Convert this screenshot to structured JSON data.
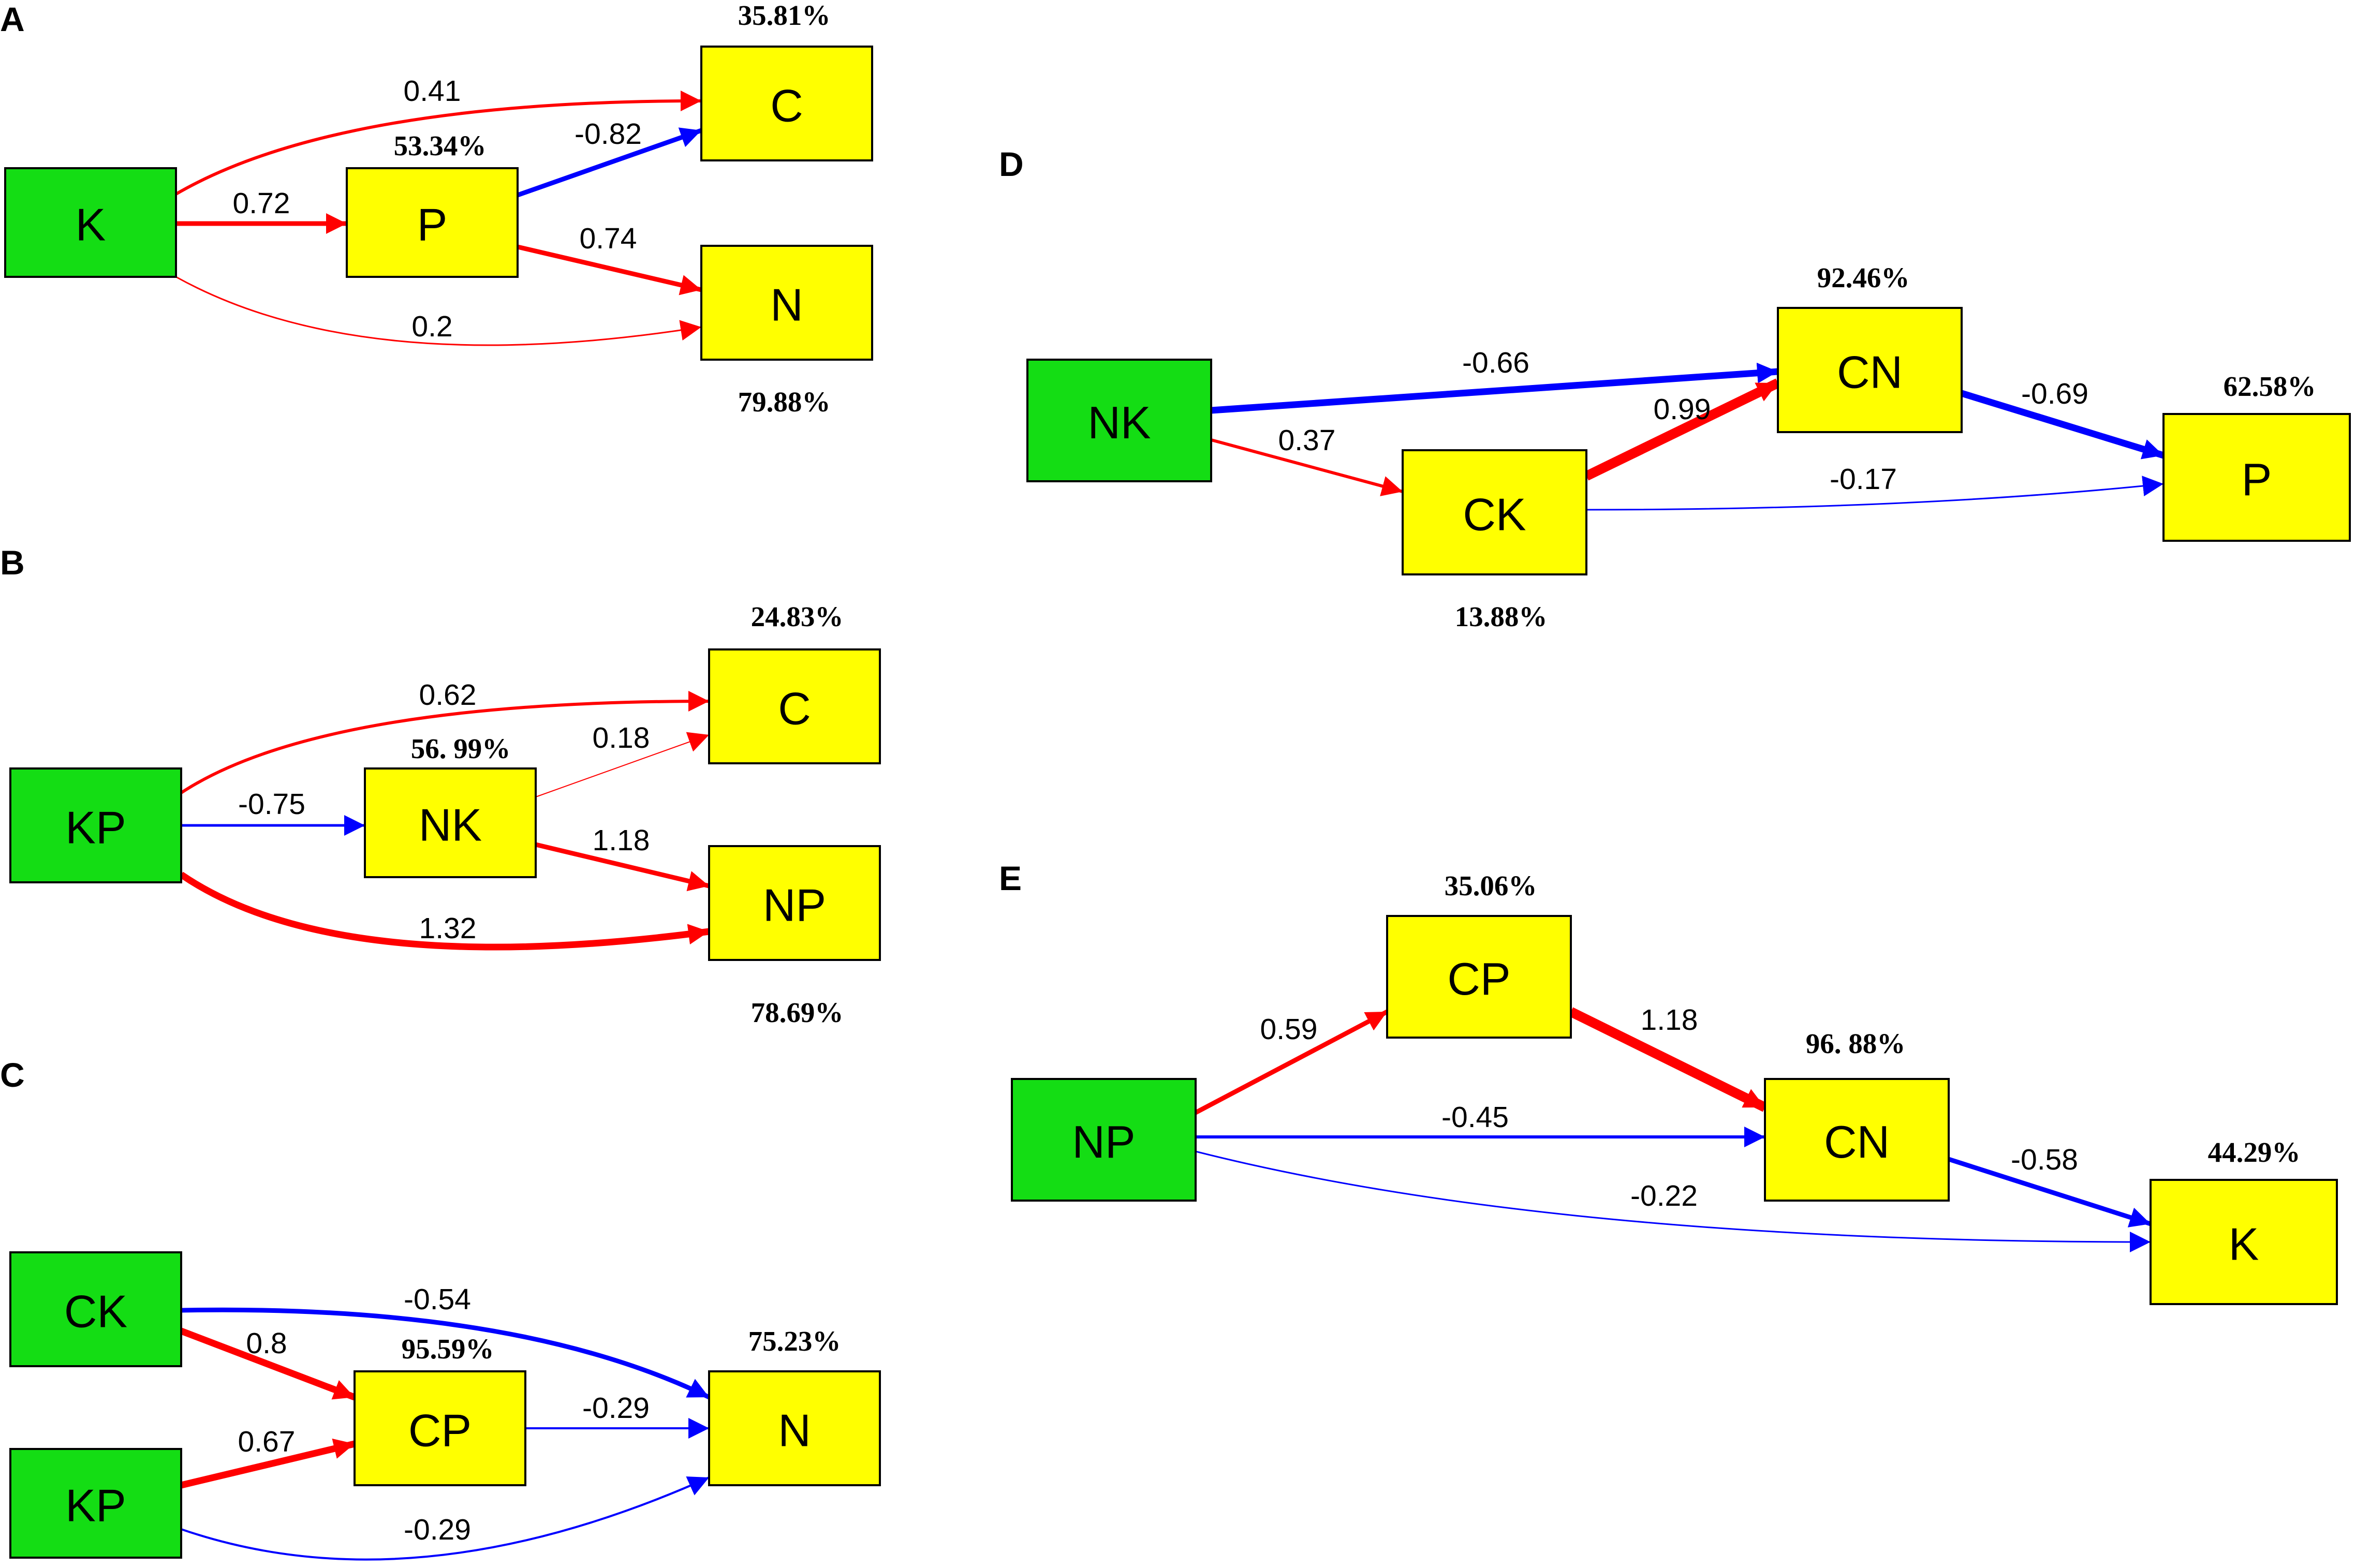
{
  "colors": {
    "exogenous": "#14dd14",
    "endogenous": "#ffff00",
    "positive": "#ff0000",
    "negative": "#0000ff"
  },
  "panels": [
    {
      "letter": "A",
      "nodes": [
        {
          "id": "A_K",
          "label": "K",
          "kind": "exogenous"
        },
        {
          "id": "A_P",
          "label": "P",
          "kind": "endogenous",
          "r2": "53.34%"
        },
        {
          "id": "A_C",
          "label": "C",
          "kind": "endogenous",
          "r2": "35.81%"
        },
        {
          "id": "A_N",
          "label": "N",
          "kind": "endogenous",
          "r2": "79.88%"
        }
      ],
      "edges": [
        {
          "from": "K",
          "to": "C",
          "coef": "0.41"
        },
        {
          "from": "K",
          "to": "P",
          "coef": "0.72"
        },
        {
          "from": "P",
          "to": "C",
          "coef": "-0.82"
        },
        {
          "from": "P",
          "to": "N",
          "coef": "0.74"
        },
        {
          "from": "K",
          "to": "N",
          "coef": "0.2"
        }
      ]
    },
    {
      "letter": "B",
      "nodes": [
        {
          "id": "B_KP",
          "label": "KP",
          "kind": "exogenous"
        },
        {
          "id": "B_NK",
          "label": "NK",
          "kind": "endogenous",
          "r2": "56. 99%"
        },
        {
          "id": "B_C",
          "label": "C",
          "kind": "endogenous",
          "r2": "24.83%"
        },
        {
          "id": "B_NP",
          "label": "NP",
          "kind": "endogenous",
          "r2": "78.69%"
        }
      ],
      "edges": [
        {
          "from": "KP",
          "to": "C",
          "coef": "0.62"
        },
        {
          "from": "KP",
          "to": "NK",
          "coef": "-0.75"
        },
        {
          "from": "NK",
          "to": "C",
          "coef": "0.18"
        },
        {
          "from": "NK",
          "to": "NP",
          "coef": "1.18"
        },
        {
          "from": "KP",
          "to": "NP",
          "coef": "1.32"
        }
      ]
    },
    {
      "letter": "C",
      "nodes": [
        {
          "id": "C_CK",
          "label": "CK",
          "kind": "exogenous"
        },
        {
          "id": "C_KP",
          "label": "KP",
          "kind": "exogenous"
        },
        {
          "id": "C_CP",
          "label": "CP",
          "kind": "endogenous",
          "r2": "95.59%"
        },
        {
          "id": "C_N",
          "label": "N",
          "kind": "endogenous",
          "r2": "75.23%"
        }
      ],
      "edges": [
        {
          "from": "CK",
          "to": "N",
          "coef": "-0.54"
        },
        {
          "from": "CK",
          "to": "CP",
          "coef": "0.8"
        },
        {
          "from": "KP",
          "to": "CP",
          "coef": "0.67"
        },
        {
          "from": "CP",
          "to": "N",
          "coef": "-0.29"
        },
        {
          "from": "KP",
          "to": "N",
          "coef": "-0.29"
        }
      ]
    },
    {
      "letter": "D",
      "nodes": [
        {
          "id": "D_NK",
          "label": "NK",
          "kind": "exogenous"
        },
        {
          "id": "D_CK",
          "label": "CK",
          "kind": "endogenous",
          "r2": "13.88%"
        },
        {
          "id": "D_CN",
          "label": "CN",
          "kind": "endogenous",
          "r2": "92.46%"
        },
        {
          "id": "D_P",
          "label": "P",
          "kind": "endogenous",
          "r2": "62.58%"
        }
      ],
      "edges": [
        {
          "from": "NK",
          "to": "CN",
          "coef": "-0.66"
        },
        {
          "from": "NK",
          "to": "CK",
          "coef": "0.37"
        },
        {
          "from": "CK",
          "to": "CN",
          "coef": "0.99"
        },
        {
          "from": "CN",
          "to": "P",
          "coef": "-0.69"
        },
        {
          "from": "CK",
          "to": "P",
          "coef": "-0.17"
        }
      ]
    },
    {
      "letter": "E",
      "nodes": [
        {
          "id": "E_NP",
          "label": "NP",
          "kind": "exogenous"
        },
        {
          "id": "E_CP",
          "label": "CP",
          "kind": "endogenous",
          "r2": "35.06%"
        },
        {
          "id": "E_CN",
          "label": "CN",
          "kind": "endogenous",
          "r2": "96. 88%"
        },
        {
          "id": "E_K",
          "label": "K",
          "kind": "endogenous",
          "r2": "44.29%"
        }
      ],
      "edges": [
        {
          "from": "NP",
          "to": "CP",
          "coef": "0.59"
        },
        {
          "from": "CP",
          "to": "CN",
          "coef": "1.18"
        },
        {
          "from": "NP",
          "to": "CN",
          "coef": "-0.45"
        },
        {
          "from": "CN",
          "to": "K",
          "coef": "-0.58"
        },
        {
          "from": "NP",
          "to": "K",
          "coef": "-0.22"
        }
      ]
    }
  ]
}
